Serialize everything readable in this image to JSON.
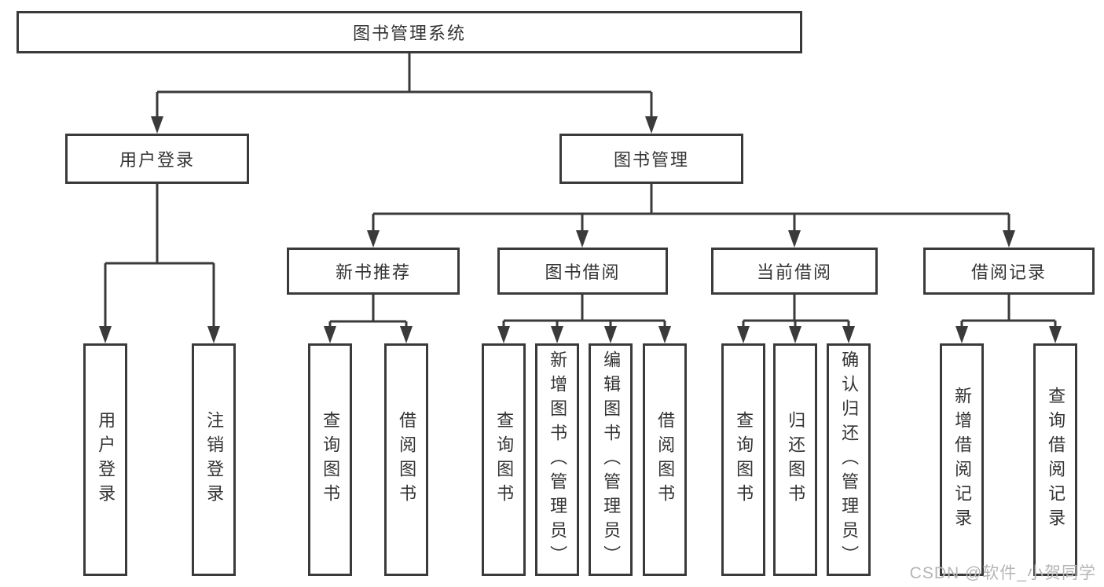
{
  "colors": {
    "line": "#3a3a3a",
    "box_border": "#3a3a3a",
    "text": "#333333",
    "watermark": "#b5b5b5",
    "background": "#ffffff"
  },
  "nodes": {
    "root": "图书管理系统",
    "level2": {
      "user_login": "用户登录",
      "book_mgmt": "图书管理"
    },
    "level3": {
      "new_books": "新书推荐",
      "book_borrow": "图书借阅",
      "current_borrow": "当前借阅",
      "borrow_records": "借阅记录"
    },
    "leaves": [
      "用户登录",
      "注销登录",
      "查询图书",
      "借阅图书",
      "查询图书",
      "新增图书（管理员）",
      "编辑图书（管理员）",
      "借阅图书",
      "查询图书",
      "归还图书",
      "确认归还（管理员）",
      "新增借阅记录",
      "查询借阅记录"
    ]
  },
  "tree": {
    "label": "图书管理系统",
    "children": [
      {
        "label": "用户登录",
        "children": [
          "用户登录",
          "注销登录"
        ]
      },
      {
        "label": "图书管理",
        "children": [
          {
            "label": "新书推荐",
            "children": [
              "查询图书",
              "借阅图书"
            ]
          },
          {
            "label": "图书借阅",
            "children": [
              "查询图书",
              "新增图书（管理员）",
              "编辑图书（管理员）",
              "借阅图书"
            ]
          },
          {
            "label": "当前借阅",
            "children": [
              "查询图书",
              "归还图书",
              "确认归还（管理员）"
            ]
          },
          {
            "label": "借阅记录",
            "children": [
              "新增借阅记录",
              "查询借阅记录"
            ]
          }
        ]
      }
    ]
  },
  "watermark": "CSDN @软件_小贺同学"
}
